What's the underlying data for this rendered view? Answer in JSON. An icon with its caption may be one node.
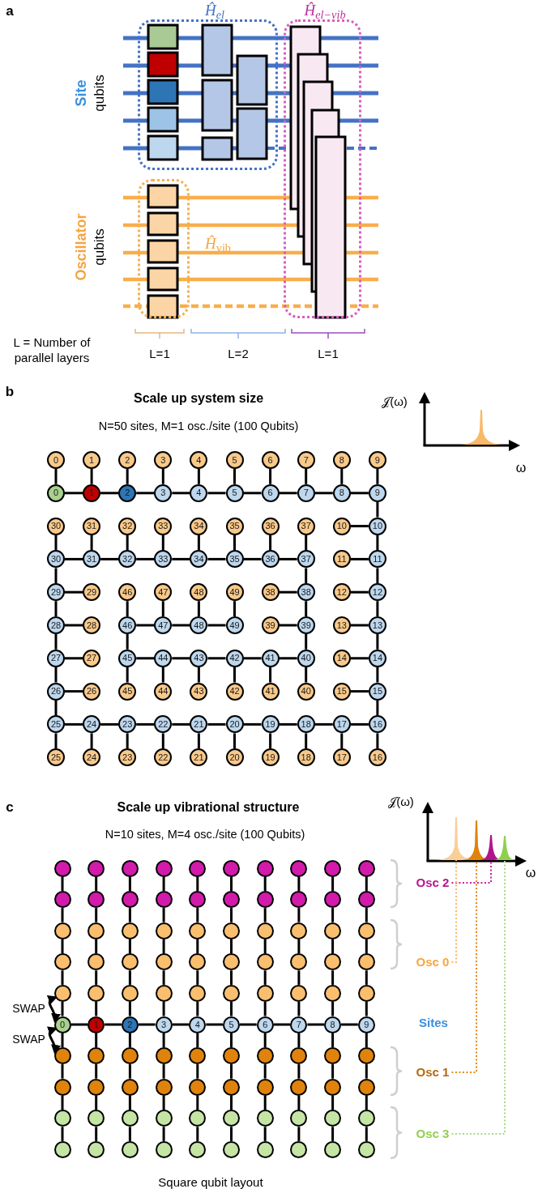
{
  "diagram": {
    "nodes": [
      {
        "text": [
          "Ĥ$_{el}$"
        ]
      },
      {
        "text": [
          "Ĥ$_{el−vib}$"
        ]
      },
      {
        "text": [
          "*Ĥ*$_{vib}$"
        ]
      },
      {
        "text": [
          "0"
        ]
      },
      {
        "text": [
          "1"
        ]
      },
      {
        "text": [
          "2"
        ]
      },
      {
        "text": [
          "3"
        ]
      },
      {
        "text": [
          "4"
        ]
      },
      {
        "text": [
          "5"
        ]
      },
      {
        "text": [
          "6"
        ]
      },
      {
        "text": [
          "7"
        ]
      },
      {
        "text": [
          "8"
        ]
      },
      {
        "text": [
          "9"
        ]
      },
      {
        "text": [
          "10"
        ]
      },
      {
        "text": [
          "11"
        ]
      },
      {
        "text": [
          "12"
        ]
      },
      {
        "text": [
          "13"
        ]
      },
      {
        "text": [
          "14"
        ]
      },
      {
        "text": [
          "15"
        ]
      },
      {
        "text": [
          "16"
        ]
      },
      {
        "text": [
          "17"
        ]
      },
      {
        "text": [
          "18"
        ]
      },
      {
        "text": [
          "19"
        ]
      },
      {
        "text": [
          "20"
        ]
      },
      {
        "text": [
          "21"
        ]
      },
      {
        "text": [
          "22"
        ]
      },
      {
        "text": [
          "23"
        ]
      },
      {
        "text": [
          "24"
        ]
      },
      {
        "text": [
          "25"
        ]
      },
      {
        "text": [
          "26"
        ]
      },
      {
        "text": [
          "27"
        ]
      },
      {
        "text": [
          "28"
        ]
      },
      {
        "text": [
          "29"
        ]
      },
      {
        "text": [
          "30"
        ]
      },
      {
        "text": [
          "31"
        ]
      },
      {
        "text": [
          "32"
        ]
      },
      {
        "text": [
          "33"
        ]
      },
      {
        "text": [
          "34"
        ]
      },
      {
        "text": [
          "35"
        ]
      },
      {
        "text": [
          "36"
        ]
      },
      {
        "text": [
          "37"
        ]
      },
      {
        "text": [
          "38"
        ]
      },
      {
        "text": [
          "39"
        ]
      },
      {
        "text": [
          "40"
        ]
      },
      {
        "text": [
          "41"
        ]
      },
      {
        "text": [
          "42"
        ]
      },
      {
        "text": [
          "43"
        ]
      },
      {
        "text": [
          "44"
        ]
      },
      {
        "text": [
          "45"
        ]
      },
      {
        "text": [
          "46"
        ]
      },
      {
        "text": [
          "47"
        ]
      },
      {
        "text": [
          "48"
        ]
      },
      {
        "text": [
          "49"
        ]
      },
      {
        "text": [
          "0"
        ]
      },
      {
        "text": [
          "1"
        ]
      },
      {
        "text": [
          "2"
        ]
      },
      {
        "text": [
          "3"
        ]
      },
      {
        "text": [
          "4"
        ]
      },
      {
        "text": [
          "5"
        ]
      },
      {
        "text": [
          "6"
        ]
      },
      {
        "text": [
          "7"
        ]
      },
      {
        "text": [
          "8"
        ]
      },
      {
        "text": [
          "9"
        ]
      },
      {
        "text": [
          "10"
        ]
      },
      {
        "text": [
          "11"
        ]
      },
      {
        "text": [
          "12"
        ]
      },
      {
        "text": [
          "13"
        ]
      },
      {
        "text": [
          "14"
        ]
      },
      {
        "text": [
          "15"
        ]
      },
      {
        "text": [
          "16"
        ]
      },
      {
        "text": [
          "17"
        ]
      },
      {
        "text": [
          "18"
        ]
      },
      {
        "text": [
          "19"
        ]
      },
      {
        "text": [
          "20"
        ]
      },
      {
        "text": [
          "21"
        ]
      },
      {
        "text": [
          "22"
        ]
      },
      {
        "text": [
          "23"
        ]
      },
      {
        "text": [
          "24"
        ]
      },
      {
        "text": [
          "25"
        ]
      },
      {
        "text": [
          "26"
        ]
      },
      {
        "text": [
          "27"
        ]
      },
      {
        "text": [
          "28"
        ]
      },
      {
        "text": [
          "29"
        ]
      },
      {
        "text": [
          "30"
        ]
      },
      {
        "text": [
          "31"
        ]
      },
      {
        "text": [
          "32"
        ]
      },
      {
        "text": [
          "33"
        ]
      },
      {
        "text": [
          "34"
        ]
      },
      {
        "text": [
          "35"
        ]
      },
      {
        "text": [
          "36"
        ]
      },
      {
        "text": [
          "37"
        ]
      },
      {
        "text": [
          "38"
        ]
      },
      {
        "text": [
          "39"
        ]
      },
      {
        "text": [
          "40"
        ]
      },
      {
        "text": [
          "41"
        ]
      },
      {
        "text": [
          "42"
        ]
      },
      {
        "text": [
          "43"
        ]
      },
      {
        "text": [
          "44"
        ]
      },
      {
        "text": [
          "45"
        ]
      },
      {
        "text": [
          "46"
        ]
      },
      {
        "text": [
          "47"
        ]
      },
      {
        "text": [
          "48"
        ]
      },
      {
        "text": [
          "49"
        ]
      },
      {
        "text": [],
        "shape": "circle"
      },
      {
        "text": [],
        "shape": "circle"
      },
      {
        "text": [],
        "shape": "circle"
      },
      {
        "text": [],
        "shape": "circle"
      },
      {
        "text": [],
        "shape": "circle"
      },
      {
        "text": [],
        "shape": "circle"
      },
      {
        "text": [],
        "shape": "circle"
      },
      {
        "text": [],
        "shape": "circle"
      },
      {
        "text": [],
        "shape": "circle"
      },
      {
        "text": [],
        "shape": "circle"
      },
      {
        "text": [],
        "shape": "circle"
      },
      {
        "text": [],
        "shape": "circle"
      },
      {
        "text": [],
        "shape": "circle"
      },
      {
        "text": [],
        "shape": "circle"
      },
      {
        "text": [],
        "shape": "circle"
      },
      {
        "text": [],
        "shape": "circle"
      },
      {
        "text": [],
        "shape": "circle"
      },
      {
        "text": [],
        "shape": "circle"
      },
      {
        "text": [],
        "shape": "circle"
      },
      {
        "text": [],
        "shape": "circle"
      },
      {
        "text": [],
        "shape": "circle"
      },
      {
        "text": [],
        "shape": "circle"
      },
      {
        "text": [],
        "shape": "circle"
      },
      {
        "text": [],
        "shape": "circle"
      },
      {
        "text": [],
        "shape": "circle"
      },
      {
        "text": [],
        "shape": "circle"
      },
      {
        "text": [],
        "shape": "circle"
      },
      {
        "text": [],
        "shape": "circle"
      },
      {
        "text": [],
        "shape": "circle"
      },
      {
        "text": [],
        "shape": "circle"
      },
      {
        "text": [],
        "shape": "circle"
      },
      {
        "text": [],
        "shape": "circle"
      },
      {
        "text": [],
        "shape": "circle"
      },
      {
        "text": [],
        "shape": "circle"
      },
      {
        "text": [],
        "shape": "circle"
      },
      {
        "text": [],
        "shape": "circle"
      },
      {
        "text": [],
        "shape": "circle"
      },
      {
        "text": [],
        "shape": "circle"
      },
      {
        "text": [],
        "shape": "circle"
      },
      {
        "text": [],
        "shape": "circle"
      },
      {
        "text": [],
        "shape": "circle"
      },
      {
        "text": [],
        "shape": "circle"
      },
      {
        "text": [],
        "shape": "circle"
      },
      {
        "text": [],
        "shape": "circle"
      },
      {
        "text": [],
        "shape": "circle"
      },
      {
        "text": [],
        "shape": "circle"
      },
      {
        "text": [],
        "shape": "circle"
      },
      {
        "text": [],
        "shape": "circle"
      },
      {
        "text": [],
        "shape": "circle"
      },
      {
        "text": [],
        "shape": "circle"
      },
      {
        "text": [
          "0"
        ]
      },
      {
        "text": [
          "1"
        ]
      },
      {
        "text": [
          "2"
        ]
      },
      {
        "text": [
          "3"
        ]
      },
      {
        "text": [
          "4"
        ]
      },
      {
        "text": [
          "5"
        ]
      },
      {
        "text": [
          "6"
        ]
      },
      {
        "text": [
          "7"
        ]
      },
      {
        "text": [
          "8"
        ]
      },
      {
        "text": [
          "9"
        ]
      },
      {
        "text": [],
        "shape": "circle"
      },
      {
        "text": [],
        "shape": "circle"
      },
      {
        "text": [],
        "shape": "circle"
      },
      {
        "text": [],
        "shape": "circle"
      },
      {
        "text": [],
        "shape": "circle"
      },
      {
        "text": [],
        "shape": "circle"
      },
      {
        "text": [],
        "shape": "circle"
      },
      {
        "text": [],
        "shape": "circle"
      },
      {
        "text": [],
        "shape": "circle"
      },
      {
        "text": [],
        "shape": "circle"
      },
      {
        "text": [],
        "shape": "circle"
      },
      {
        "text": [],
        "shape": "circle"
      },
      {
        "text": [],
        "shape": "circle"
      },
      {
        "text": [],
        "shape": "circle"
      },
      {
        "text": [],
        "shape": "circle"
      },
      {
        "text": [],
        "shape": "circle"
      },
      {
        "text": [],
        "shape": "circle"
      },
      {
        "text": [],
        "shape": "circle"
      },
      {
        "text": [],
        "shape": "circle"
      },
      {
        "text": [],
        "shape": "circle"
      },
      {
        "text": [],
        "shape": "circle"
      },
      {
        "text": [],
        "shape": "circle"
      },
      {
        "text": [],
        "shape": "circle"
      },
      {
        "text": [],
        "shape": "circle"
      },
      {
        "text": [],
        "shape": "circle"
      },
      {
        "text": [],
        "shape": "circle"
      },
      {
        "text": [],
        "shape": "circle"
      },
      {
        "text": [],
        "shape": "circle"
      },
      {
        "text": [],
        "shape": "circle"
      },
      {
        "text": [],
        "shape": "circle"
      },
      {
        "text": [],
        "shape": "circle"
      },
      {
        "text": [],
        "shape": "circle"
      },
      {
        "text": [],
        "shape": "circle"
      },
      {
        "text": [],
        "shape": "circle"
      },
      {
        "text": [],
        "shape": "circle"
      },
      {
        "text": [],
        "shape": "circle"
      },
      {
        "text": [],
        "shape": "circle"
      },
      {
        "text": [],
        "shape": "circle"
      },
      {
        "text": [],
        "shape": "circle"
      },
      {
        "text": [],
        "shape": "circle"
      },
      {
        "text": [
          "Osc 2"
        ]
      },
      {
        "text": [
          "Osc 0"
        ]
      },
      {
        "text": [
          "Osc 1"
        ]
      },
      {
        "text": [
          "Osc 3"
        ]
      },
      {
        "text": [],
        "shape": "peak"
      },
      {
        "text": [],
        "shape": "peak"
      },
      {
        "text": [],
        "shape": "peak"
      },
      {
        "text": [],
        "shape": "peak"
      }
    ],
    "edges": [
      {
        "from": 3,
        "to": 4,
        "arrow": "none"
      },
      {
        "from": 4,
        "to": 5,
        "arrow": "none"
      },
      {
        "from": 5,
        "to": 6,
        "arrow": "none"
      },
      {
        "from": 6,
        "to": 7,
        "arrow": "none"
      },
      {
        "from": 7,
        "to": 8,
        "arrow": "none"
      },
      {
        "from": 8,
        "to": 9,
        "arrow": "none"
      },
      {
        "from": 9,
        "to": 10,
        "arrow": "none"
      },
      {
        "from": 10,
        "to": 11,
        "arrow": "none"
      },
      {
        "from": 11,
        "to": 12,
        "arrow": "none"
      },
      {
        "from": 12,
        "to": 13,
        "arrow": "none"
      },
      {
        "from": 13,
        "to": 14,
        "arrow": "none"
      },
      {
        "from": 14,
        "to": 15,
        "arrow": "none"
      },
      {
        "from": 15,
        "to": 16,
        "arrow": "none"
      },
      {
        "from": 16,
        "to": 17,
        "arrow": "none"
      },
      {
        "from": 17,
        "to": 18,
        "arrow": "none"
      },
      {
        "from": 18,
        "to": 19,
        "arrow": "none"
      },
      {
        "from": 19,
        "to": 20,
        "arrow": "none"
      },
      {
        "from": 20,
        "to": 21,
        "arrow": "none"
      },
      {
        "from": 21,
        "to": 22,
        "arrow": "none"
      },
      {
        "from": 22,
        "to": 23,
        "arrow": "none"
      },
      {
        "from": 23,
        "to": 24,
        "arrow": "none"
      },
      {
        "from": 24,
        "to": 25,
        "arrow": "none"
      },
      {
        "from": 25,
        "to": 26,
        "arrow": "none"
      },
      {
        "from": 26,
        "to": 27,
        "arrow": "none"
      },
      {
        "from": 27,
        "to": 28,
        "arrow": "none"
      },
      {
        "from": 28,
        "to": 29,
        "arrow": "none"
      },
      {
        "from": 29,
        "to": 30,
        "arrow": "none"
      },
      {
        "from": 30,
        "to": 31,
        "arrow": "none"
      },
      {
        "from": 31,
        "to": 32,
        "arrow": "none"
      },
      {
        "from": 32,
        "to": 33,
        "arrow": "none"
      },
      {
        "from": 33,
        "to": 34,
        "arrow": "none"
      },
      {
        "from": 34,
        "to": 35,
        "arrow": "none"
      },
      {
        "from": 35,
        "to": 36,
        "arrow": "none"
      },
      {
        "from": 36,
        "to": 37,
        "arrow": "none"
      },
      {
        "from": 37,
        "to": 38,
        "arrow": "none"
      },
      {
        "from": 38,
        "to": 39,
        "arrow": "none"
      },
      {
        "from": 39,
        "to": 40,
        "arrow": "none"
      },
      {
        "from": 40,
        "to": 41,
        "arrow": "none"
      },
      {
        "from": 41,
        "to": 42,
        "arrow": "none"
      },
      {
        "from": 42,
        "to": 43,
        "arrow": "none"
      },
      {
        "from": 43,
        "to": 44,
        "arrow": "none"
      },
      {
        "from": 44,
        "to": 45,
        "arrow": "none"
      },
      {
        "from": 45,
        "to": 46,
        "arrow": "none"
      },
      {
        "from": 46,
        "to": 47,
        "arrow": "none"
      },
      {
        "from": 47,
        "to": 48,
        "arrow": "none"
      },
      {
        "from": 48,
        "to": 49,
        "arrow": "none"
      },
      {
        "from": 49,
        "to": 50,
        "arrow": "none"
      },
      {
        "from": 50,
        "to": 51,
        "arrow": "none"
      },
      {
        "from": 51,
        "to": 52,
        "arrow": "none"
      },
      {
        "from": 53,
        "to": 3,
        "arrow": "none"
      },
      {
        "from": 54,
        "to": 4,
        "arrow": "none"
      },
      {
        "from": 55,
        "to": 5,
        "arrow": "none"
      },
      {
        "from": 56,
        "to": 6,
        "arrow": "none"
      },
      {
        "from": 57,
        "to": 7,
        "arrow": "none"
      },
      {
        "from": 58,
        "to": 8,
        "arrow": "none"
      },
      {
        "from": 59,
        "to": 9,
        "arrow": "none"
      },
      {
        "from": 60,
        "to": 10,
        "arrow": "none"
      },
      {
        "from": 61,
        "to": 11,
        "arrow": "none"
      },
      {
        "from": 62,
        "to": 12,
        "arrow": "none"
      },
      {
        "from": 63,
        "to": 13,
        "arrow": "none"
      },
      {
        "from": 64,
        "to": 14,
        "arrow": "none"
      },
      {
        "from": 65,
        "to": 15,
        "arrow": "none"
      },
      {
        "from": 66,
        "to": 16,
        "arrow": "none"
      },
      {
        "from": 67,
        "to": 17,
        "arrow": "none"
      },
      {
        "from": 68,
        "to": 18,
        "arrow": "none"
      },
      {
        "from": 69,
        "to": 19,
        "arrow": "none"
      },
      {
        "from": 70,
        "to": 20,
        "arrow": "none"
      },
      {
        "from": 71,
        "to": 21,
        "arrow": "none"
      },
      {
        "from": 72,
        "to": 22,
        "arrow": "none"
      },
      {
        "from": 73,
        "to": 23,
        "arrow": "none"
      },
      {
        "from": 74,
        "to": 24,
        "arrow": "none"
      },
      {
        "from": 75,
        "to": 25,
        "arrow": "none"
      },
      {
        "from": 76,
        "to": 26,
        "arrow": "none"
      },
      {
        "from": 77,
        "to": 27,
        "arrow": "none"
      },
      {
        "from": 78,
        "to": 28,
        "arrow": "none"
      },
      {
        "from": 79,
        "to": 29,
        "arrow": "none"
      },
      {
        "from": 80,
        "to": 30,
        "arrow": "none"
      },
      {
        "from": 81,
        "to": 31,
        "arrow": "none"
      },
      {
        "from": 82,
        "to": 32,
        "arrow": "none"
      },
      {
        "from": 83,
        "to": 33,
        "arrow": "none"
      },
      {
        "from": 84,
        "to": 34,
        "arrow": "none"
      },
      {
        "from": 85,
        "to": 35,
        "arrow": "none"
      },
      {
        "from": 86,
        "to": 36,
        "arrow": "none"
      },
      {
        "from": 87,
        "to": 37,
        "arrow": "none"
      },
      {
        "from": 88,
        "to": 38,
        "arrow": "none"
      },
      {
        "from": 89,
        "to": 39,
        "arrow": "none"
      },
      {
        "from": 90,
        "to": 40,
        "arrow": "none"
      },
      {
        "from": 91,
        "to": 41,
        "arrow": "none"
      },
      {
        "from": 92,
        "to": 42,
        "arrow": "none"
      },
      {
        "from": 93,
        "to": 43,
        "arrow": "none"
      },
      {
        "from": 94,
        "to": 44,
        "arrow": "none"
      },
      {
        "from": 95,
        "to": 45,
        "arrow": "none"
      },
      {
        "from": 96,
        "to": 46,
        "arrow": "none"
      },
      {
        "from": 97,
        "to": 47,
        "arrow": "none"
      },
      {
        "from": 98,
        "to": 48,
        "arrow": "none"
      },
      {
        "from": 99,
        "to": 49,
        "arrow": "none"
      },
      {
        "from": 100,
        "to": 50,
        "arrow": "none"
      },
      {
        "from": 101,
        "to": 51,
        "arrow": "none"
      },
      {
        "from": 102,
        "to": 52,
        "arrow": "none"
      },
      {
        "from": 103,
        "to": 113,
        "arrow": "none"
      },
      {
        "from": 113,
        "to": 123,
        "arrow": "none"
      },
      {
        "from": 123,
        "to": 133,
        "arrow": "none"
      },
      {
        "from": 133,
        "to": 143,
        "arrow": "none"
      },
      {
        "from": 143,
        "to": 153,
        "arrow": "none"
      },
      {
        "from": 153,
        "to": 163,
        "arrow": "none"
      },
      {
        "from": 163,
        "to": 173,
        "arrow": "none"
      },
      {
        "from": 173,
        "to": 183,
        "arrow": "none"
      },
      {
        "from": 183,
        "to": 193,
        "arrow": "none"
      },
      {
        "from": 104,
        "to": 114,
        "arrow": "none"
      },
      {
        "from": 114,
        "to": 124,
        "arrow": "none"
      },
      {
        "from": 124,
        "to": 134,
        "arrow": "none"
      },
      {
        "from": 134,
        "to": 144,
        "arrow": "none"
      },
      {
        "from": 144,
        "to": 154,
        "arrow": "none"
      },
      {
        "from": 154,
        "to": 164,
        "arrow": "none"
      },
      {
        "from": 164,
        "to": 174,
        "arrow": "none"
      },
      {
        "from": 174,
        "to": 184,
        "arrow": "none"
      },
      {
        "from": 184,
        "to": 194,
        "arrow": "none"
      },
      {
        "from": 105,
        "to": 115,
        "arrow": "none"
      },
      {
        "from": 115,
        "to": 125,
        "arrow": "none"
      },
      {
        "from": 125,
        "to": 135,
        "arrow": "none"
      },
      {
        "from": 135,
        "to": 145,
        "arrow": "none"
      },
      {
        "from": 145,
        "to": 155,
        "arrow": "none"
      },
      {
        "from": 155,
        "to": 165,
        "arrow": "none"
      },
      {
        "from": 165,
        "to": 175,
        "arrow": "none"
      },
      {
        "from": 175,
        "to": 185,
        "arrow": "none"
      },
      {
        "from": 185,
        "to": 195,
        "arrow": "none"
      },
      {
        "from": 106,
        "to": 116,
        "arrow": "none"
      },
      {
        "from": 116,
        "to": 126,
        "arrow": "none"
      },
      {
        "from": 126,
        "to": 136,
        "arrow": "none"
      },
      {
        "from": 136,
        "to": 146,
        "arrow": "none"
      },
      {
        "from": 146,
        "to": 156,
        "arrow": "none"
      },
      {
        "from": 156,
        "to": 166,
        "arrow": "none"
      },
      {
        "from": 166,
        "to": 176,
        "arrow": "none"
      },
      {
        "from": 176,
        "to": 186,
        "arrow": "none"
      },
      {
        "from": 186,
        "to": 196,
        "arrow": "none"
      },
      {
        "from": 107,
        "to": 117,
        "arrow": "none"
      },
      {
        "from": 117,
        "to": 127,
        "arrow": "none"
      },
      {
        "from": 127,
        "to": 137,
        "arrow": "none"
      },
      {
        "from": 137,
        "to": 147,
        "arrow": "none"
      },
      {
        "from": 147,
        "to": 157,
        "arrow": "none"
      },
      {
        "from": 157,
        "to": 167,
        "arrow": "none"
      },
      {
        "from": 167,
        "to": 177,
        "arrow": "none"
      },
      {
        "from": 177,
        "to": 187,
        "arrow": "none"
      },
      {
        "from": 187,
        "to": 197,
        "arrow": "none"
      },
      {
        "from": 108,
        "to": 118,
        "arrow": "none"
      },
      {
        "from": 118,
        "to": 128,
        "arrow": "none"
      },
      {
        "from": 128,
        "to": 138,
        "arrow": "none"
      },
      {
        "from": 138,
        "to": 148,
        "arrow": "none"
      },
      {
        "from": 148,
        "to": 158,
        "arrow": "none"
      },
      {
        "from": 158,
        "to": 168,
        "arrow": "none"
      },
      {
        "from": 168,
        "to": 178,
        "arrow": "none"
      },
      {
        "from": 178,
        "to": 188,
        "arrow": "none"
      },
      {
        "from": 188,
        "to": 198,
        "arrow": "none"
      },
      {
        "from": 109,
        "to": 119,
        "arrow": "none"
      },
      {
        "from": 119,
        "to": 129,
        "arrow": "none"
      },
      {
        "from": 129,
        "to": 139,
        "arrow": "none"
      },
      {
        "from": 139,
        "to": 149,
        "arrow": "none"
      },
      {
        "from": 149,
        "to": 159,
        "arrow": "none"
      },
      {
        "from": 159,
        "to": 169,
        "arrow": "none"
      },
      {
        "from": 169,
        "to": 179,
        "arrow": "none"
      },
      {
        "from": 179,
        "to": 189,
        "arrow": "none"
      },
      {
        "from": 189,
        "to": 199,
        "arrow": "none"
      },
      {
        "from": 110,
        "to": 120,
        "arrow": "none"
      },
      {
        "from": 120,
        "to": 130,
        "arrow": "none"
      },
      {
        "from": 130,
        "to": 140,
        "arrow": "none"
      },
      {
        "from": 140,
        "to": 150,
        "arrow": "none"
      },
      {
        "from": 150,
        "to": 160,
        "arrow": "none"
      },
      {
        "from": 160,
        "to": 170,
        "arrow": "none"
      },
      {
        "from": 170,
        "to": 180,
        "arrow": "none"
      },
      {
        "from": 180,
        "to": 190,
        "arrow": "none"
      },
      {
        "from": 190,
        "to": 200,
        "arrow": "none"
      },
      {
        "from": 111,
        "to": 121,
        "arrow": "none"
      },
      {
        "from": 121,
        "to": 131,
        "arrow": "none"
      },
      {
        "from": 131,
        "to": 141,
        "arrow": "none"
      },
      {
        "from": 141,
        "to": 151,
        "arrow": "none"
      },
      {
        "from": 151,
        "to": 161,
        "arrow": "none"
      },
      {
        "from": 161,
        "to": 171,
        "arrow": "none"
      },
      {
        "from": 171,
        "to": 181,
        "arrow": "none"
      },
      {
        "from": 181,
        "to": 191,
        "arrow": "none"
      },
      {
        "from": 191,
        "to": 201,
        "arrow": "none"
      },
      {
        "from": 112,
        "to": 122,
        "arrow": "none"
      },
      {
        "from": 122,
        "to": 132,
        "arrow": "none"
      },
      {
        "from": 132,
        "to": 142,
        "arrow": "none"
      },
      {
        "from": 142,
        "to": 152,
        "arrow": "none"
      },
      {
        "from": 152,
        "to": 162,
        "arrow": "none"
      },
      {
        "from": 162,
        "to": 172,
        "arrow": "none"
      },
      {
        "from": 172,
        "to": 182,
        "arrow": "none"
      },
      {
        "from": 182,
        "to": 192,
        "arrow": "none"
      },
      {
        "from": 192,
        "to": 202,
        "arrow": "none"
      },
      {
        "from": 153,
        "to": 154,
        "arrow": "none"
      },
      {
        "from": 154,
        "to": 155,
        "arrow": "none"
      },
      {
        "from": 155,
        "to": 156,
        "arrow": "none"
      },
      {
        "from": 156,
        "to": 157,
        "arrow": "none"
      },
      {
        "from": 157,
        "to": 158,
        "arrow": "none"
      },
      {
        "from": 158,
        "to": 159,
        "arrow": "none"
      },
      {
        "from": 159,
        "to": 160,
        "arrow": "none"
      },
      {
        "from": 160,
        "to": 161,
        "arrow": "none"
      },
      {
        "from": 161,
        "to": 162,
        "arrow": "none"
      },
      {
        "from": 203,
        "to": 209,
        "arrow": "none",
        "style": "dashed",
        "color": "#d4199e"
      },
      {
        "from": 204,
        "to": 207,
        "arrow": "none",
        "style": "dashed",
        "color": "#f9b96a"
      },
      {
        "from": 205,
        "to": 208,
        "arrow": "none",
        "style": "dashed",
        "color": "#e08a1c"
      },
      {
        "from": 206,
        "to": 210,
        "arrow": "none",
        "style": "dashed",
        "color": "#a8d98a"
      },
      {
        "from": 143,
        "to": 153,
        "arrow": "both",
        "label": "SWAP"
      },
      {
        "from": 153,
        "to": 163,
        "arrow": "both",
        "label": "SWAP"
      }
    ],
    "labels": [
      "a",
      "Site",
      "qubits",
      "Oscillator",
      "qubits",
      "L = Number of parallel layers",
      "L=1",
      "L=2",
      "L=1",
      "b",
      "Scale up system size",
      "N=50 sites, M=1 osc./site (100 Qubits)",
      "𝒥(ω)",
      "ω",
      "c",
      "Scale up vibrational structure",
      "N=10 sites, M=4 osc./site (100 Qubits)",
      "𝒥(ω)",
      "ω",
      "Sites",
      "Square qubit layout"
    ]
  }
}
